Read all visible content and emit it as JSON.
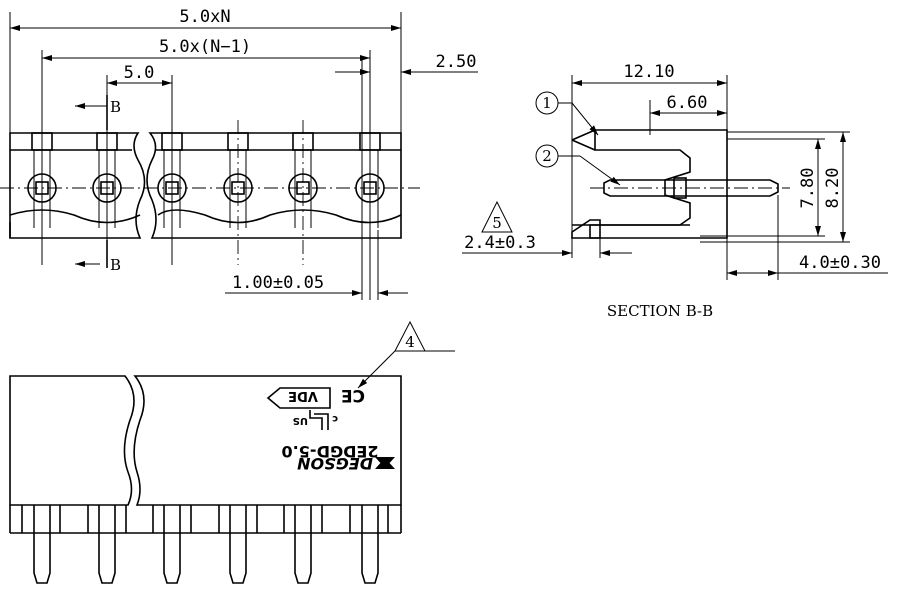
{
  "top_view": {
    "dim_total": "5.0xN",
    "dim_span": "5.0x(N−1)",
    "dim_pitch": "5.0",
    "dim_edge": "2.50",
    "dim_pin": "1.00±0.05",
    "section_label_top": "B",
    "section_label_bottom": "B"
  },
  "section_view": {
    "dim_depth": "12.10",
    "dim_inner": "6.60",
    "dim_h1": "7.80",
    "dim_h2": "8.20",
    "dim_pin_out": "2.4±0.3",
    "dim_tail": "4.0±0.30",
    "balloon_1": "1",
    "balloon_2": "2",
    "note_5": "5",
    "caption": "SECTION B-B"
  },
  "front_view": {
    "note_4": "4",
    "marking_vde": "VDE",
    "marking_ce": "CE",
    "marking_us": "US",
    "marking_c": "c",
    "marking_model": "2EDGD-5.0",
    "marking_brand": "DEGSON"
  }
}
